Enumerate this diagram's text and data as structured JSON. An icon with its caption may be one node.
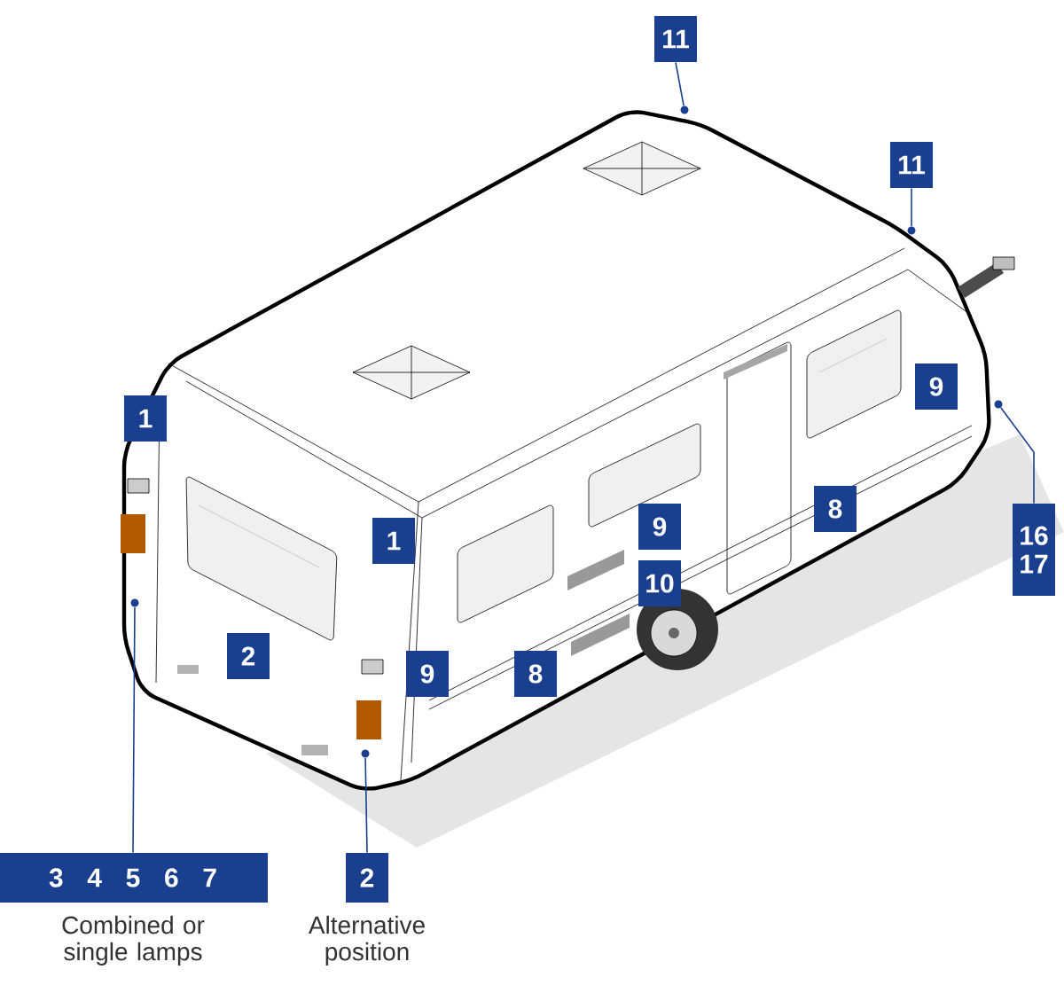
{
  "diagram": {
    "nodes": [
      {
        "text": [
          "11"
        ]
      },
      {
        "text": [
          "11"
        ]
      },
      {
        "text": [
          "9"
        ]
      },
      {
        "text": [
          "1"
        ]
      },
      {
        "text": [
          "8"
        ]
      },
      {
        "text": [
          "9"
        ]
      },
      {
        "text": [
          "1"
        ]
      },
      {
        "text": [
          "16 17"
        ]
      },
      {
        "text": [
          "10"
        ]
      },
      {
        "text": [
          "2"
        ]
      },
      {
        "text": [
          "9"
        ]
      },
      {
        "text": [
          "8"
        ]
      },
      {
        "text": [
          "3 4 5 6 7"
        ],
        "beside": [
          "Combined or single lamps"
        ]
      },
      {
        "text": [
          "2"
        ],
        "beside": [
          "Alternative position"
        ]
      },
      {
        "text": [],
        "shape": "circle"
      },
      {
        "text": [],
        "shape": "circle"
      },
      {
        "text": [],
        "shape": "circle"
      },
      {
        "text": [],
        "shape": "circle"
      },
      {
        "text": [],
        "shape": "circle"
      }
    ],
    "edges": [
      {
        "from": 0,
        "to": 14,
        "arrow": "none"
      },
      {
        "from": 1,
        "to": 15,
        "arrow": "none"
      },
      {
        "from": 7,
        "to": 16,
        "arrow": "none"
      },
      {
        "from": 12,
        "to": 17,
        "arrow": "none"
      },
      {
        "from": 13,
        "to": 18,
        "arrow": "none"
      }
    ]
  }
}
